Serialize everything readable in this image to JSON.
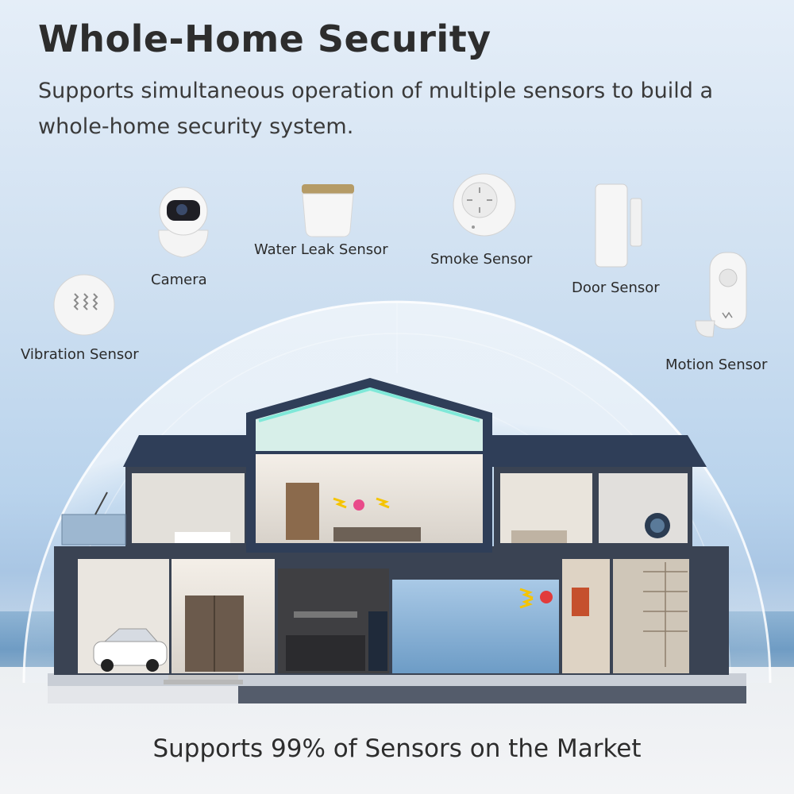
{
  "header": {
    "title": "Whole-Home Security",
    "subtitle": "Supports simultaneous operation of multiple sensors to build a whole-home security system."
  },
  "sensors": [
    {
      "label": "Camera",
      "icon": "camera-icon"
    },
    {
      "label": "Water Leak Sensor",
      "icon": "water-leak-sensor-icon"
    },
    {
      "label": "Smoke Sensor",
      "icon": "smoke-sensor-icon"
    },
    {
      "label": "Door Sensor",
      "icon": "door-sensor-icon"
    },
    {
      "label": "Vibration Sensor",
      "icon": "vibration-sensor-icon"
    },
    {
      "label": "Motion Sensor",
      "icon": "motion-sensor-icon"
    }
  ],
  "footer": {
    "text": "Supports 99% of Sensors on the Market"
  },
  "colors": {
    "title": "#2d2d2d",
    "accent_alert": "#f5c400",
    "roof": "#2f3e58",
    "glow": "#7fe8d8"
  }
}
